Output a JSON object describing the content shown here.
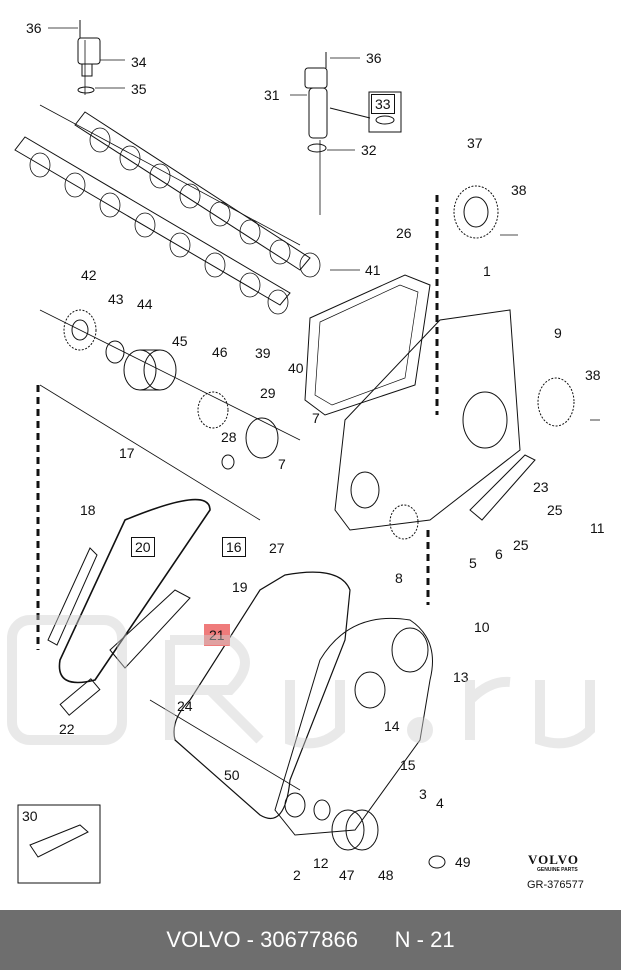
{
  "diagram": {
    "callouts": [
      {
        "id": "c36a",
        "text": "36"
      },
      {
        "id": "c34",
        "text": "34"
      },
      {
        "id": "c35",
        "text": "35"
      },
      {
        "id": "c36b",
        "text": "36"
      },
      {
        "id": "c31",
        "text": "31"
      },
      {
        "id": "c33",
        "text": "33"
      },
      {
        "id": "c32",
        "text": "32"
      },
      {
        "id": "c37",
        "text": "37"
      },
      {
        "id": "c38a",
        "text": "38"
      },
      {
        "id": "c26",
        "text": "26"
      },
      {
        "id": "c41",
        "text": "41"
      },
      {
        "id": "c1",
        "text": "1"
      },
      {
        "id": "c42",
        "text": "42"
      },
      {
        "id": "c43",
        "text": "43"
      },
      {
        "id": "c44",
        "text": "44"
      },
      {
        "id": "c45",
        "text": "45"
      },
      {
        "id": "c46",
        "text": "46"
      },
      {
        "id": "c39",
        "text": "39"
      },
      {
        "id": "c40",
        "text": "40"
      },
      {
        "id": "c9",
        "text": "9"
      },
      {
        "id": "c38b",
        "text": "38"
      },
      {
        "id": "c29",
        "text": "29"
      },
      {
        "id": "c28",
        "text": "28"
      },
      {
        "id": "c7a",
        "text": "7"
      },
      {
        "id": "c7b",
        "text": "7"
      },
      {
        "id": "c17",
        "text": "17"
      },
      {
        "id": "c23",
        "text": "23"
      },
      {
        "id": "c11",
        "text": "11"
      },
      {
        "id": "c25a",
        "text": "25"
      },
      {
        "id": "c18",
        "text": "18"
      },
      {
        "id": "c20",
        "text": "20"
      },
      {
        "id": "c16",
        "text": "16"
      },
      {
        "id": "c27",
        "text": "27"
      },
      {
        "id": "c5",
        "text": "5"
      },
      {
        "id": "c6",
        "text": "6"
      },
      {
        "id": "c25b",
        "text": "25"
      },
      {
        "id": "c8",
        "text": "8"
      },
      {
        "id": "c19",
        "text": "19"
      },
      {
        "id": "c21",
        "text": "21"
      },
      {
        "id": "c10",
        "text": "10"
      },
      {
        "id": "c13",
        "text": "13"
      },
      {
        "id": "c24",
        "text": "24"
      },
      {
        "id": "c14",
        "text": "14"
      },
      {
        "id": "c22",
        "text": "22"
      },
      {
        "id": "c15",
        "text": "15"
      },
      {
        "id": "c50",
        "text": "50"
      },
      {
        "id": "c30",
        "text": "30"
      },
      {
        "id": "c3",
        "text": "3"
      },
      {
        "id": "c4",
        "text": "4"
      },
      {
        "id": "c2",
        "text": "2"
      },
      {
        "id": "c12",
        "text": "12"
      },
      {
        "id": "c47",
        "text": "47"
      },
      {
        "id": "c48",
        "text": "48"
      },
      {
        "id": "c49",
        "text": "49"
      }
    ],
    "highlighted_callout": "21",
    "brand": "VOLVO",
    "brand_subtitle": "GENUINE PARTS",
    "drawing_number": "GR-376577"
  },
  "footer": {
    "text": "VOLVO - 30677866      N - 21"
  },
  "colors": {
    "footer_bg": "#6e6e6e",
    "highlight": "#ef7b7b",
    "line": "#111111"
  }
}
